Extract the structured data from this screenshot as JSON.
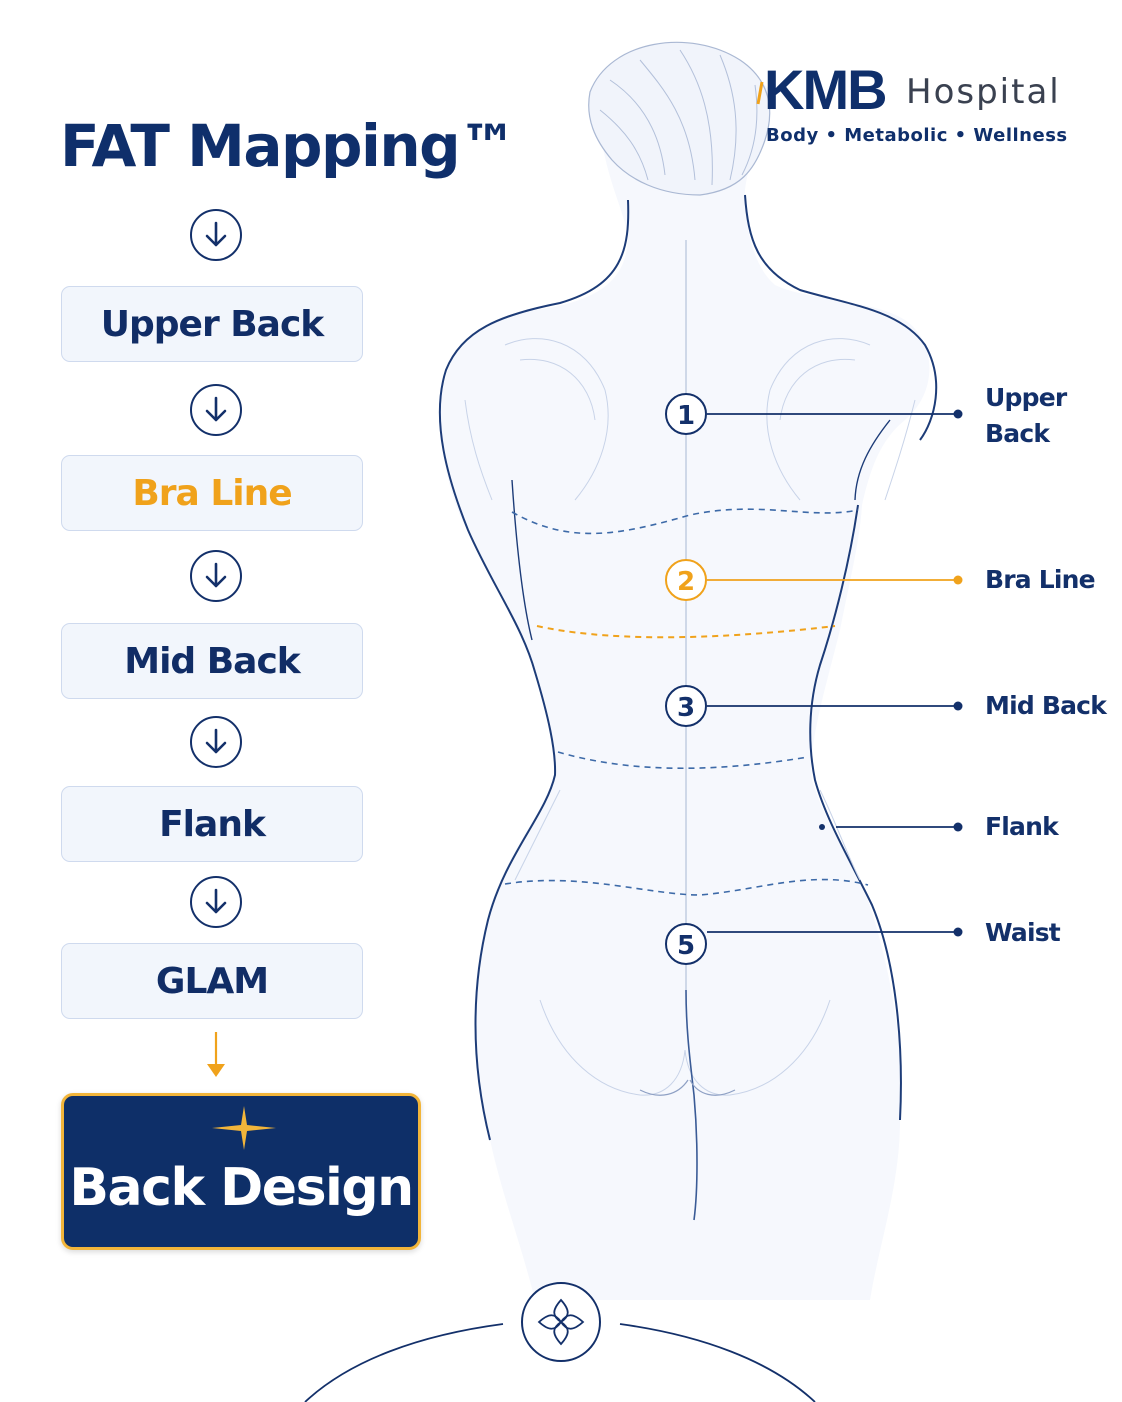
{
  "logo": {
    "brand": "KMB",
    "name": "Hospital",
    "tagline": "Body • Metabolic • Wellness"
  },
  "title": "FAT Mapping™",
  "flow": {
    "steps": [
      {
        "label": "Upper Back"
      },
      {
        "label": "Bra Line"
      },
      {
        "label": "Mid Back"
      },
      {
        "label": "Flank"
      },
      {
        "label": "GLAM"
      }
    ],
    "result": "Back Design"
  },
  "zones": [
    {
      "number": "1",
      "label_line1": "Upper",
      "label_line2": "Back"
    },
    {
      "number": "2",
      "label_line1": "Bra Line",
      "label_line2": ""
    },
    {
      "number": "3",
      "label_line1": "Mid Back",
      "label_line2": ""
    },
    {
      "number": "",
      "label_line1": "Flank",
      "label_line2": ""
    },
    {
      "number": "5",
      "label_line1": "Waist",
      "label_line2": ""
    }
  ],
  "colors": {
    "navy": "#0f2f6b",
    "accent": "#f0a21b",
    "box_bg": "#f2f6fc",
    "line": "#3a5b96"
  },
  "icons": {
    "flow_arrow": "arrow-down-circle-icon",
    "result": "sparkle-icon",
    "footer": "flower-emblem-icon"
  }
}
